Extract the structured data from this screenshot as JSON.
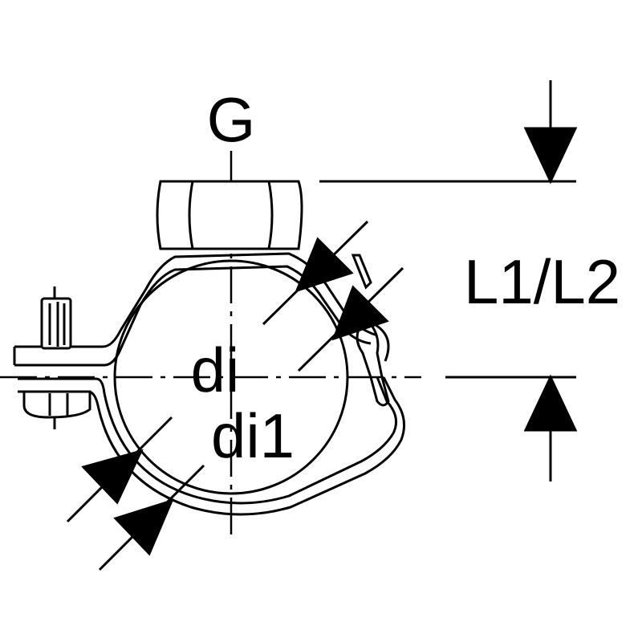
{
  "labels": {
    "thread": "G",
    "length": "L1/L2",
    "inner_diameter": "di",
    "inner_diameter_1": "di1"
  },
  "colors": {
    "line": "#000000",
    "background": "#ffffff"
  }
}
